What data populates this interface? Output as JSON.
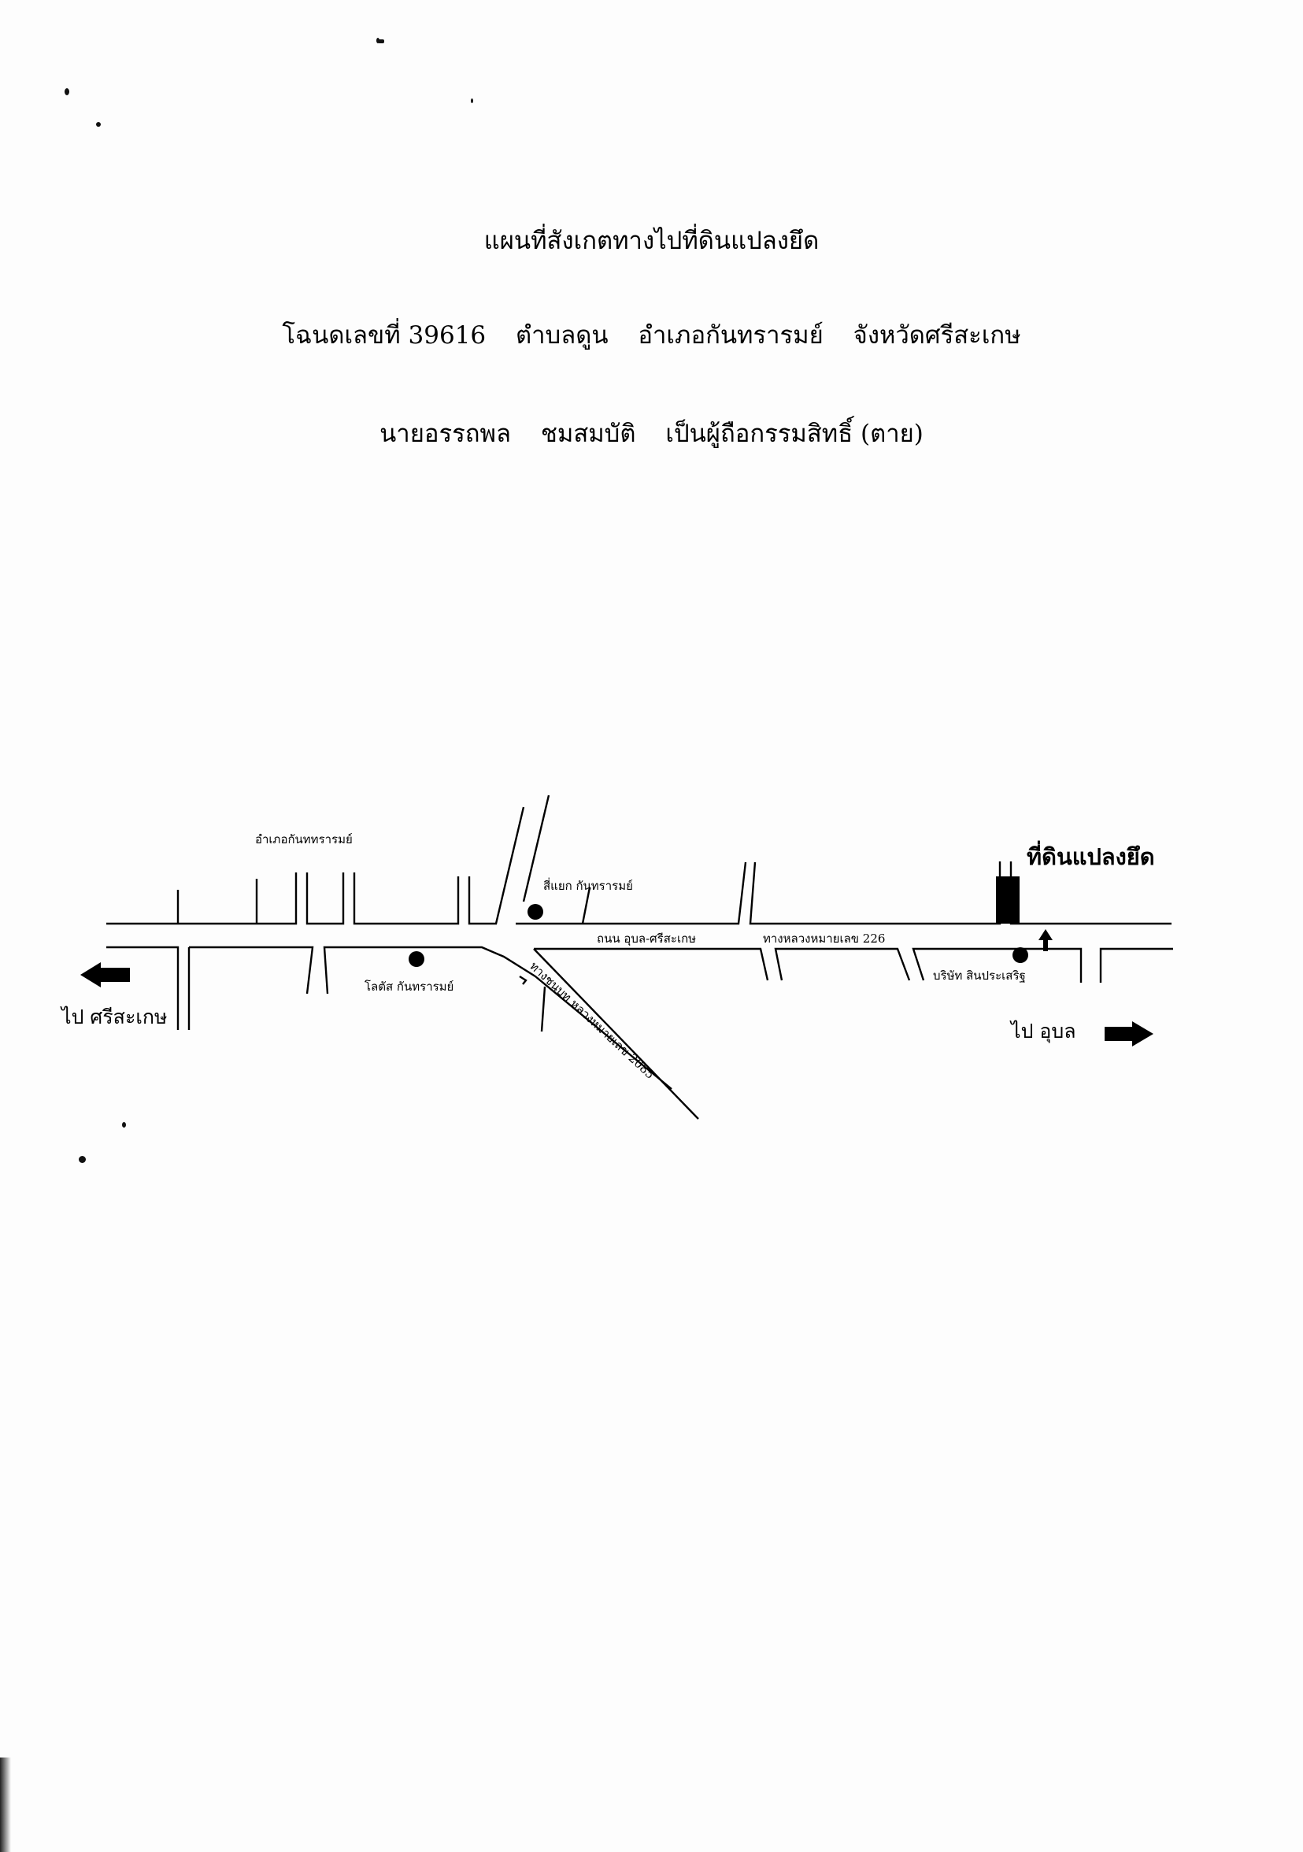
{
  "document": {
    "title": "แผนที่สังเกตทางไปที่ดินแปลงยึด",
    "deed_line": [
      "โฉนดเลขที่ 39616",
      "ตำบลดูน",
      "อำเภอกันทรารมย์",
      "จังหวัดศรีสะเกษ"
    ],
    "owner_line": [
      "นายอรรถพล",
      "ชมสมบัติ",
      "เป็นผู้ถือกรรมสิทธิ์ (ตาย)"
    ]
  },
  "map": {
    "labels": {
      "district_office": "อำเภอกันททรารมย์",
      "intersection": "สี่แยก กันทรารมย์",
      "lotus": "โลตัส กันทรารมย์",
      "main_road": "ถนน อุบล-ศรีสะเกษ",
      "highway": "ทางหลวงหมายเลข 226",
      "company": "บริษัท สินประเสริฐ",
      "diagonal_road": "ทางชนบท หลวงหมายเลข 2085",
      "to_sisaket": "ไป ศรีสะเกษ",
      "to_ubon": "ไป อุบล",
      "seized_land": "ที่ดินแปลงยึด"
    },
    "icons": {
      "landmark": "filled-circle-marker",
      "direction_west": "arrow-left-icon",
      "direction_east": "arrow-right-icon",
      "land_marker": "filled-rectangle-marker",
      "pointer": "arrow-up-icon"
    }
  }
}
